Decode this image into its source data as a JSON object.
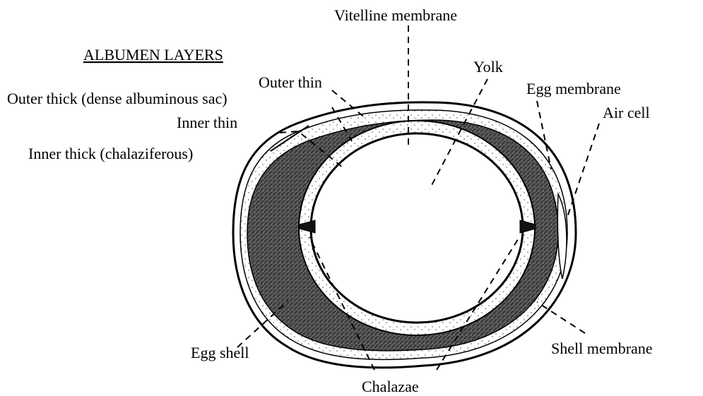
{
  "heading": "ALBUMEN LAYERS",
  "labels": {
    "vitelline_membrane": "Vitelline membrane",
    "outer_thin": "Outer thin",
    "outer_thick": "Outer thick (dense albuminous sac)",
    "inner_thin": "Inner thin",
    "inner_thick": "Inner thick (chalaziferous)",
    "yolk": "Yolk",
    "egg_membrane": "Egg membrane",
    "air_cell": "Air cell",
    "egg_shell": "Egg shell",
    "shell_membrane": "Shell membrane",
    "chalazae": "Chalazae"
  },
  "colors": {
    "ink": "#000000",
    "thick_albumen": "#4a4a4a",
    "thin_albumen": "#efefef",
    "background": "#ffffff"
  }
}
